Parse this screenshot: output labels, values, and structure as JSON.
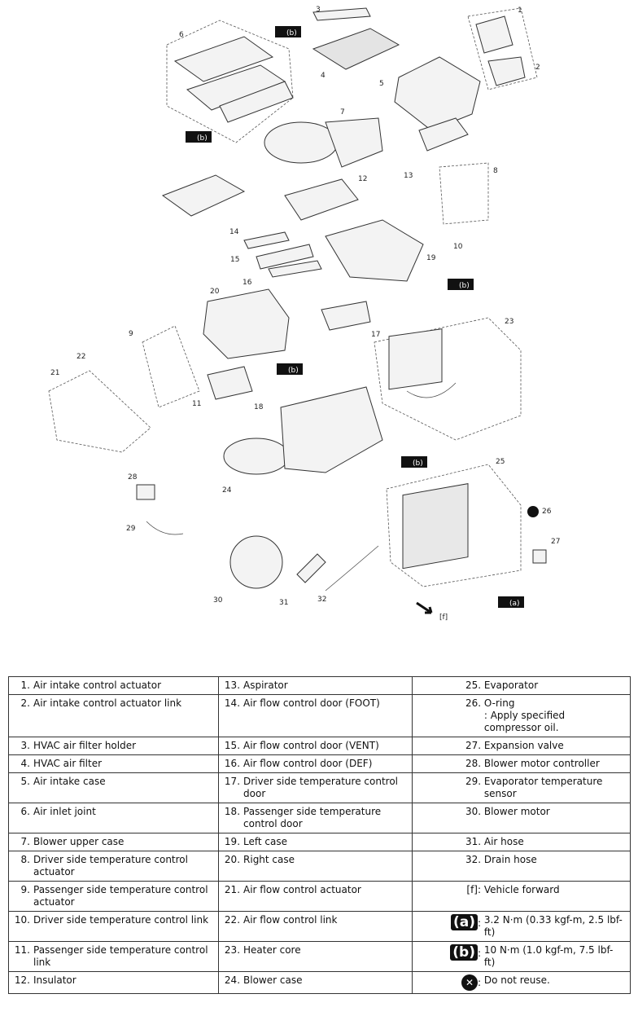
{
  "callouts": [
    "1",
    "2",
    "3",
    "4",
    "5",
    "6",
    "7",
    "8",
    "9",
    "10",
    "11",
    "12",
    "13",
    "14",
    "15",
    "16",
    "17",
    "18",
    "19",
    "20",
    "21",
    "22",
    "23",
    "24",
    "25",
    "26",
    "27",
    "28",
    "29",
    "30",
    "31",
    "32",
    "[f]"
  ],
  "torque_tags": {
    "a": "(a)",
    "b": "(b)"
  },
  "legend": {
    "rows": [
      {
        "n1": "1.",
        "t1": "Air intake control actuator",
        "n2": "13.",
        "t2": "Aspirator",
        "n3": "25.",
        "t3": "Evaporator"
      },
      {
        "n1": "2.",
        "t1": "Air intake control actuator link",
        "n2": "14.",
        "t2": "Air flow control door (FOOT)",
        "n3": "26.",
        "t3": "O-ring\n: Apply specified compressor oil."
      },
      {
        "n1": "3.",
        "t1": "HVAC air filter holder",
        "n2": "15.",
        "t2": "Air flow control door (VENT)",
        "n3": "27.",
        "t3": "Expansion valve"
      },
      {
        "n1": "4.",
        "t1": "HVAC air filter",
        "n2": "16.",
        "t2": "Air flow control door (DEF)",
        "n3": "28.",
        "t3": "Blower motor controller"
      },
      {
        "n1": "5.",
        "t1": "Air intake case",
        "n2": "17.",
        "t2": "Driver side temperature control door",
        "n3": "29.",
        "t3": "Evaporator temperature sensor"
      },
      {
        "n1": "6.",
        "t1": "Air inlet joint",
        "n2": "18.",
        "t2": "Passenger side temperature control door",
        "n3": "30.",
        "t3": "Blower motor"
      },
      {
        "n1": "7.",
        "t1": "Blower upper case",
        "n2": "19.",
        "t2": "Left case",
        "n3": "31.",
        "t3": "Air hose"
      },
      {
        "n1": "8.",
        "t1": "Driver side temperature control actuator",
        "n2": "20.",
        "t2": "Right case",
        "n3": "32.",
        "t3": "Drain hose"
      },
      {
        "n1": "9.",
        "t1": "Passenger side temperature control actuator",
        "n2": "21.",
        "t2": "Air flow control actuator",
        "n3": "[f]:",
        "t3": "Vehicle forward"
      },
      {
        "n1": "10.",
        "t1": "Driver side temperature control link",
        "n2": "22.",
        "t2": "Air flow control link",
        "n3": "(a)",
        "t3": "3.2 N·m (0.33 kgf-m, 2.5 lbf-ft)"
      },
      {
        "n1": "11.",
        "t1": "Passenger side temperature control link",
        "n2": "23.",
        "t2": "Heater core",
        "n3": "(b)",
        "t3": "10 N·m (1.0 kgf-m, 7.5 lbf-ft)"
      },
      {
        "n1": "12.",
        "t1": "Insulator",
        "n2": "24.",
        "t2": "Blower case",
        "n3": "",
        "t3": "Do not reuse."
      }
    ]
  }
}
